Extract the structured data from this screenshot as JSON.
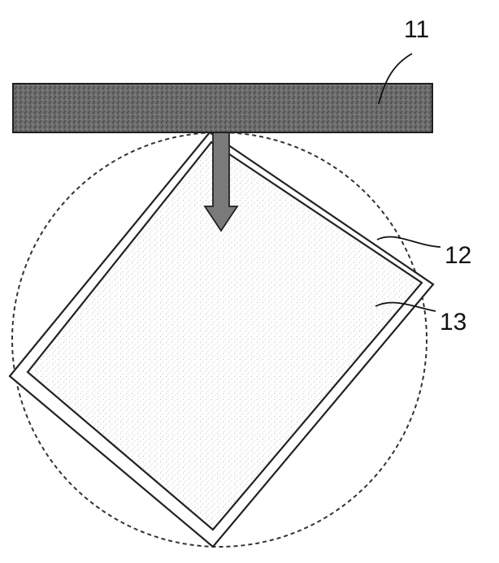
{
  "labels": {
    "bar": "11",
    "frame": "12",
    "sheet": "13"
  },
  "colors": {
    "bar_fill": "#5a5a5a",
    "sheet_fill": "#e6e6e6",
    "frame_stroke": "#222222",
    "arrow_fill": "#7a7a7a",
    "circle_stroke": "#333333"
  }
}
